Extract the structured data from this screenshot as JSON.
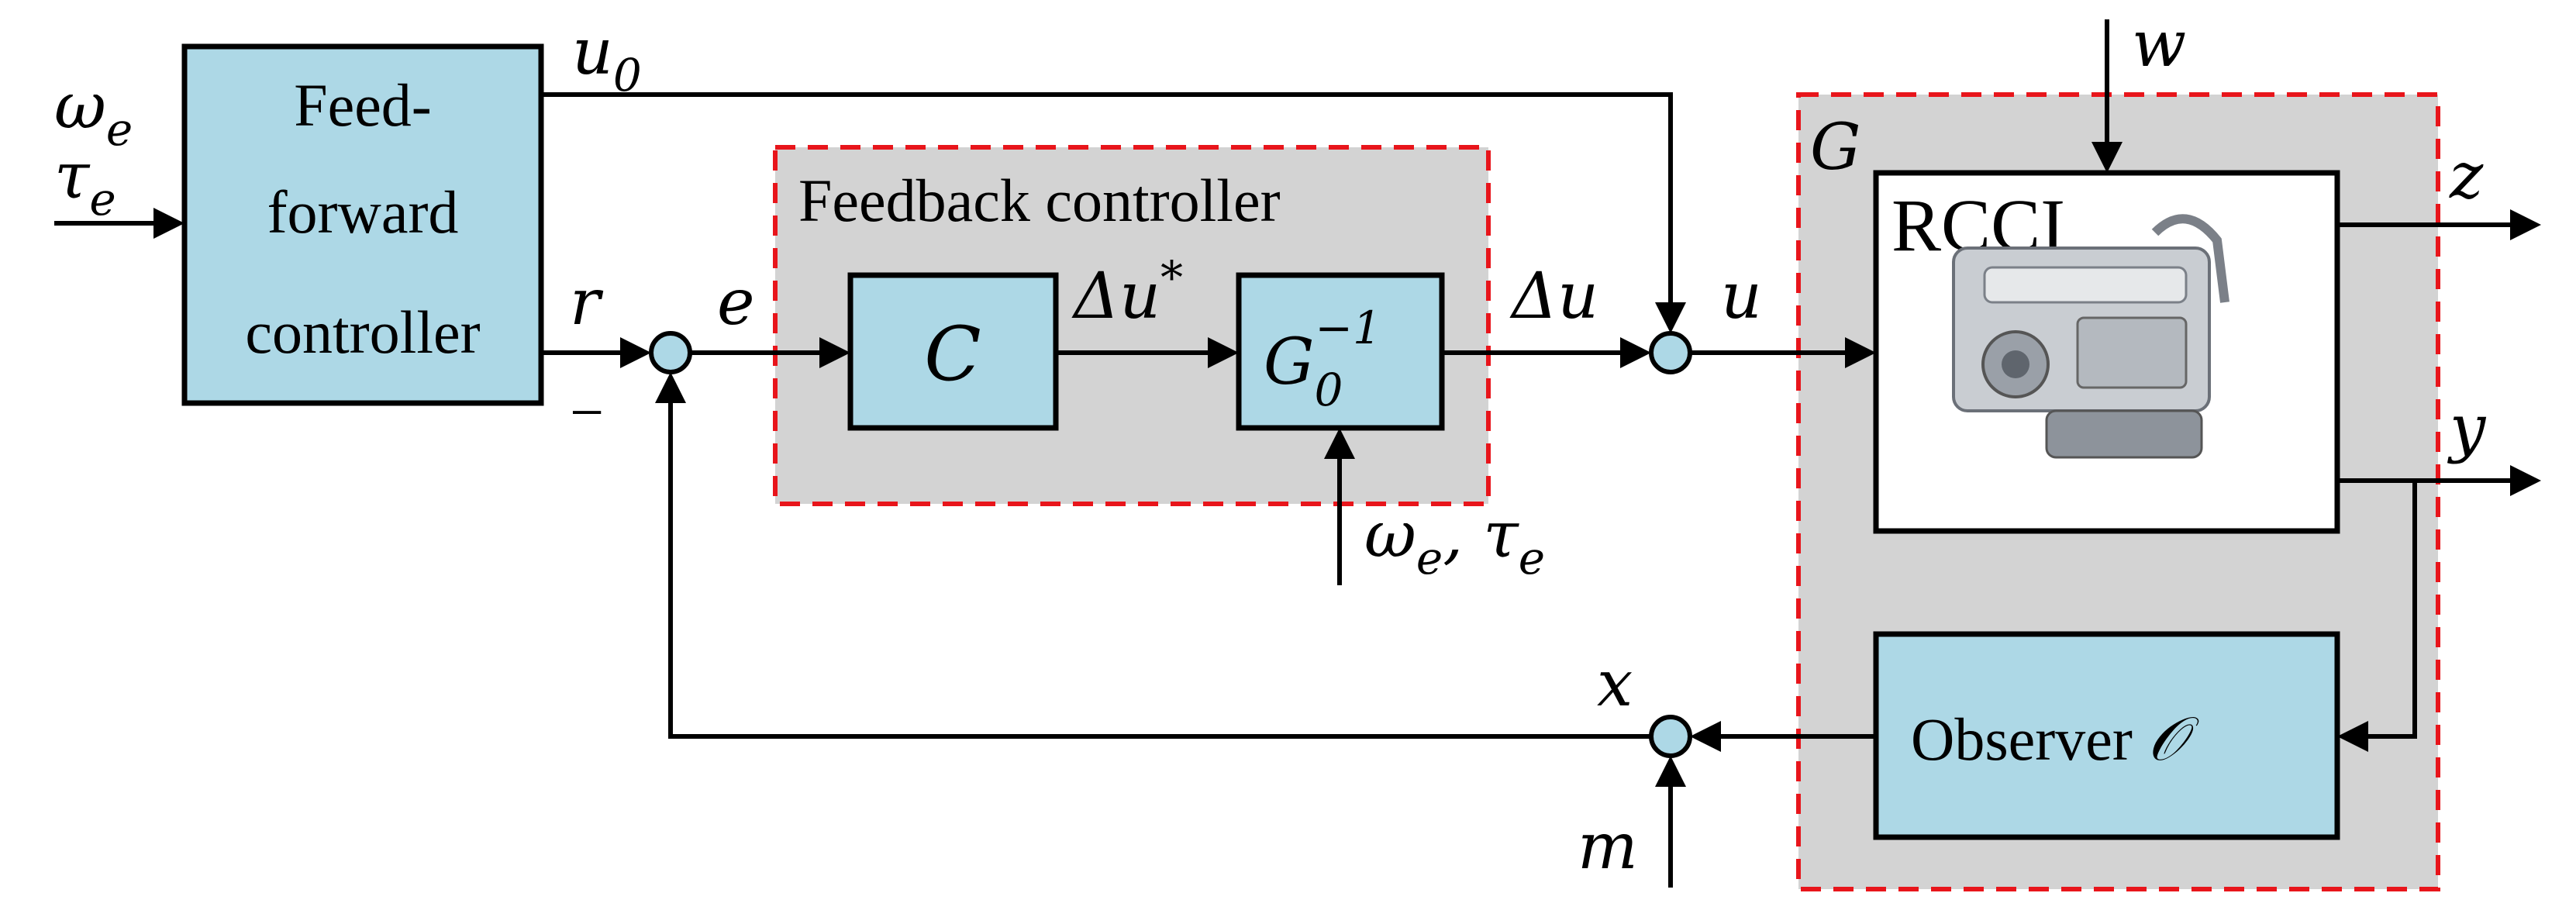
{
  "blocks": {
    "feedforward": {
      "lines": [
        "Feed-",
        "forward",
        "controller"
      ]
    },
    "controller": "C",
    "inverse_model": {
      "base": "G",
      "sub": "0",
      "sup": "−1"
    },
    "plant": "RCCI",
    "observer": {
      "text": "Observer ",
      "symbol": "𝒪"
    }
  },
  "regions": {
    "feedback_controller": "Feedback controller",
    "plant_group": "G"
  },
  "signals": {
    "omega_e": {
      "base": "ω",
      "sub": "e"
    },
    "tau_e": {
      "base": "τ",
      "sub": "e"
    },
    "u0": {
      "base": "u",
      "sub": "0"
    },
    "r": "r",
    "minus": "−",
    "e": "e",
    "delta_u_star": {
      "base": "Δu",
      "sup": "*"
    },
    "delta_u": "Δu",
    "u": "u",
    "w": "w",
    "z": "z",
    "y": "y",
    "x": "x",
    "m": "m",
    "omega_tau": {
      "omega": "ω",
      "sub1": "e",
      "comma": ", ",
      "tau": "τ",
      "sub2": "e"
    }
  }
}
